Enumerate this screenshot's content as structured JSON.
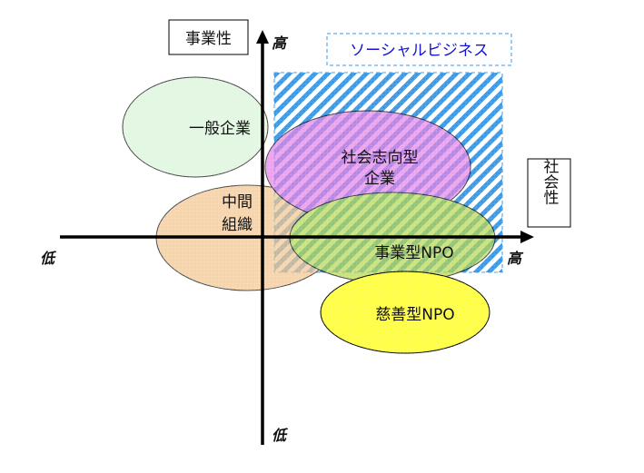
{
  "axes": {
    "y_title": "事業性",
    "x_title": "社会性",
    "y_high": "高",
    "y_low": "低",
    "x_high": "高",
    "x_low": "低"
  },
  "social_business": {
    "label": "ソーシャルビジネス",
    "color": "#1e90ff",
    "text_color": "#1515d0"
  },
  "groups": [
    {
      "id": "general",
      "lines": [
        "一般企業"
      ],
      "color": "#d6f5d6"
    },
    {
      "id": "social-oriented",
      "lines": [
        "社会志向型",
        "企業"
      ],
      "color": "#e880e8"
    },
    {
      "id": "intermediate",
      "lines": [
        "中間",
        "組織"
      ],
      "color": "#f5c68c"
    },
    {
      "id": "business-npo",
      "lines": [
        "事業型NPO"
      ],
      "color": "#b5d84a"
    },
    {
      "id": "charity-npo",
      "lines": [
        "慈善型NPO"
      ],
      "color": "#ffff40"
    }
  ]
}
